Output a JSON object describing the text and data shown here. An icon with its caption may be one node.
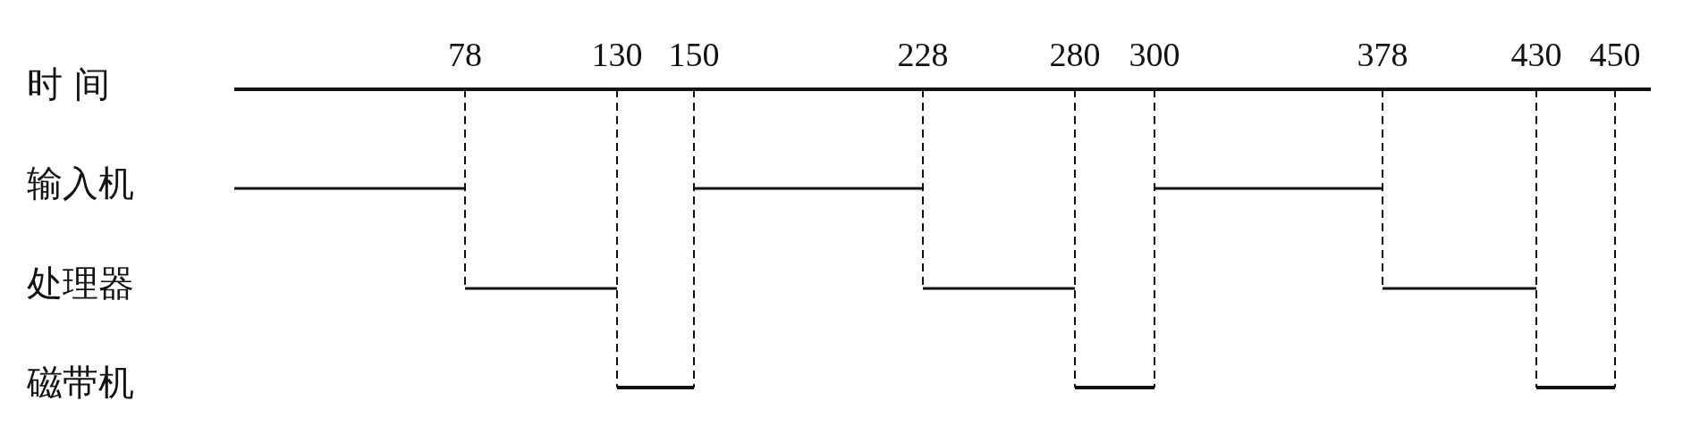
{
  "diagram": {
    "labels": [
      "78",
      "130",
      "150",
      "228",
      "280",
      "300",
      "378",
      "430",
      "450",
      "时 间",
      "输入机",
      "处理器",
      "磁带机"
    ]
  }
}
